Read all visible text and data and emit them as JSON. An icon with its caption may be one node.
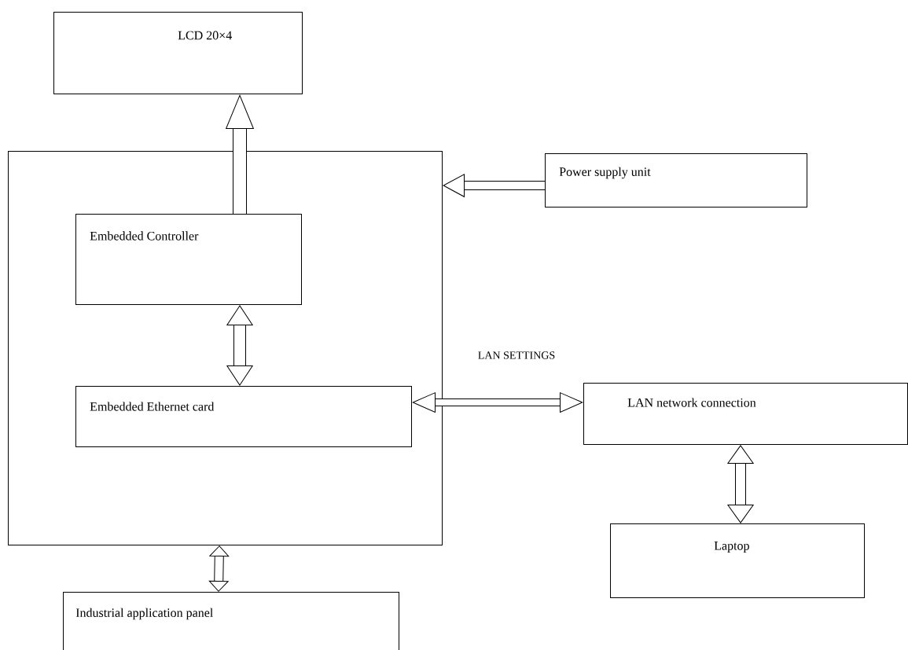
{
  "diagram": {
    "nodes": [
      {
        "text": [],
        "shape": "box"
      },
      {
        "text": [
          "LCD  20×4"
        ]
      },
      {
        "text": [
          "Embedded  Controller"
        ],
        "in": 0
      },
      {
        "text": [
          "Embedded Ethernet card"
        ],
        "in": 0
      },
      {
        "text": [
          "Power supply unit"
        ]
      },
      {
        "text": [
          "LAN network connection"
        ]
      },
      {
        "text": [
          "Laptop"
        ]
      },
      {
        "text": [
          "Industrial application panel"
        ]
      }
    ],
    "edges": [
      {
        "from": 2,
        "to": 1,
        "arrow": "to"
      },
      {
        "from": 4,
        "to": 0,
        "arrow": "to"
      },
      {
        "from": 2,
        "to": 3,
        "arrow": "both"
      },
      {
        "from": 3,
        "to": 5,
        "arrow": "both",
        "label": "LAN SETTINGS"
      },
      {
        "from": 5,
        "to": 6,
        "arrow": "both"
      },
      {
        "from": 0,
        "to": 7,
        "arrow": "both"
      }
    ]
  }
}
